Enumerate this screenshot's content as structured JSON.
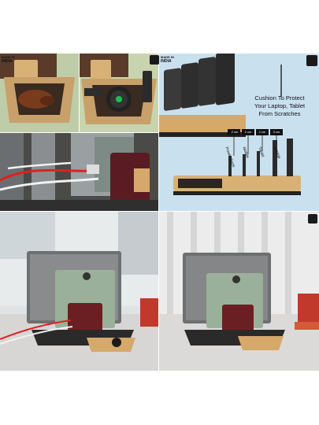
{
  "badge": {
    "line1": "MADE IN",
    "line2": "INDIA"
  },
  "product_info": {
    "callout": [
      "Cushion To Protect",
      "Your Laptop, Tablet",
      "From Scratches"
    ],
    "slot_widths": [
      "2 cm",
      "2 cm",
      "2 cm",
      "3 cm"
    ],
    "slot_devices": [
      "Power Bank",
      "Mobile",
      "Tablet",
      "Laptop"
    ]
  },
  "colors": {
    "wood": "#d6a86a",
    "dark_wood": "#2b2a2a",
    "panel_bg": "#c9e0ef",
    "burgundy": "#6b1f22"
  }
}
